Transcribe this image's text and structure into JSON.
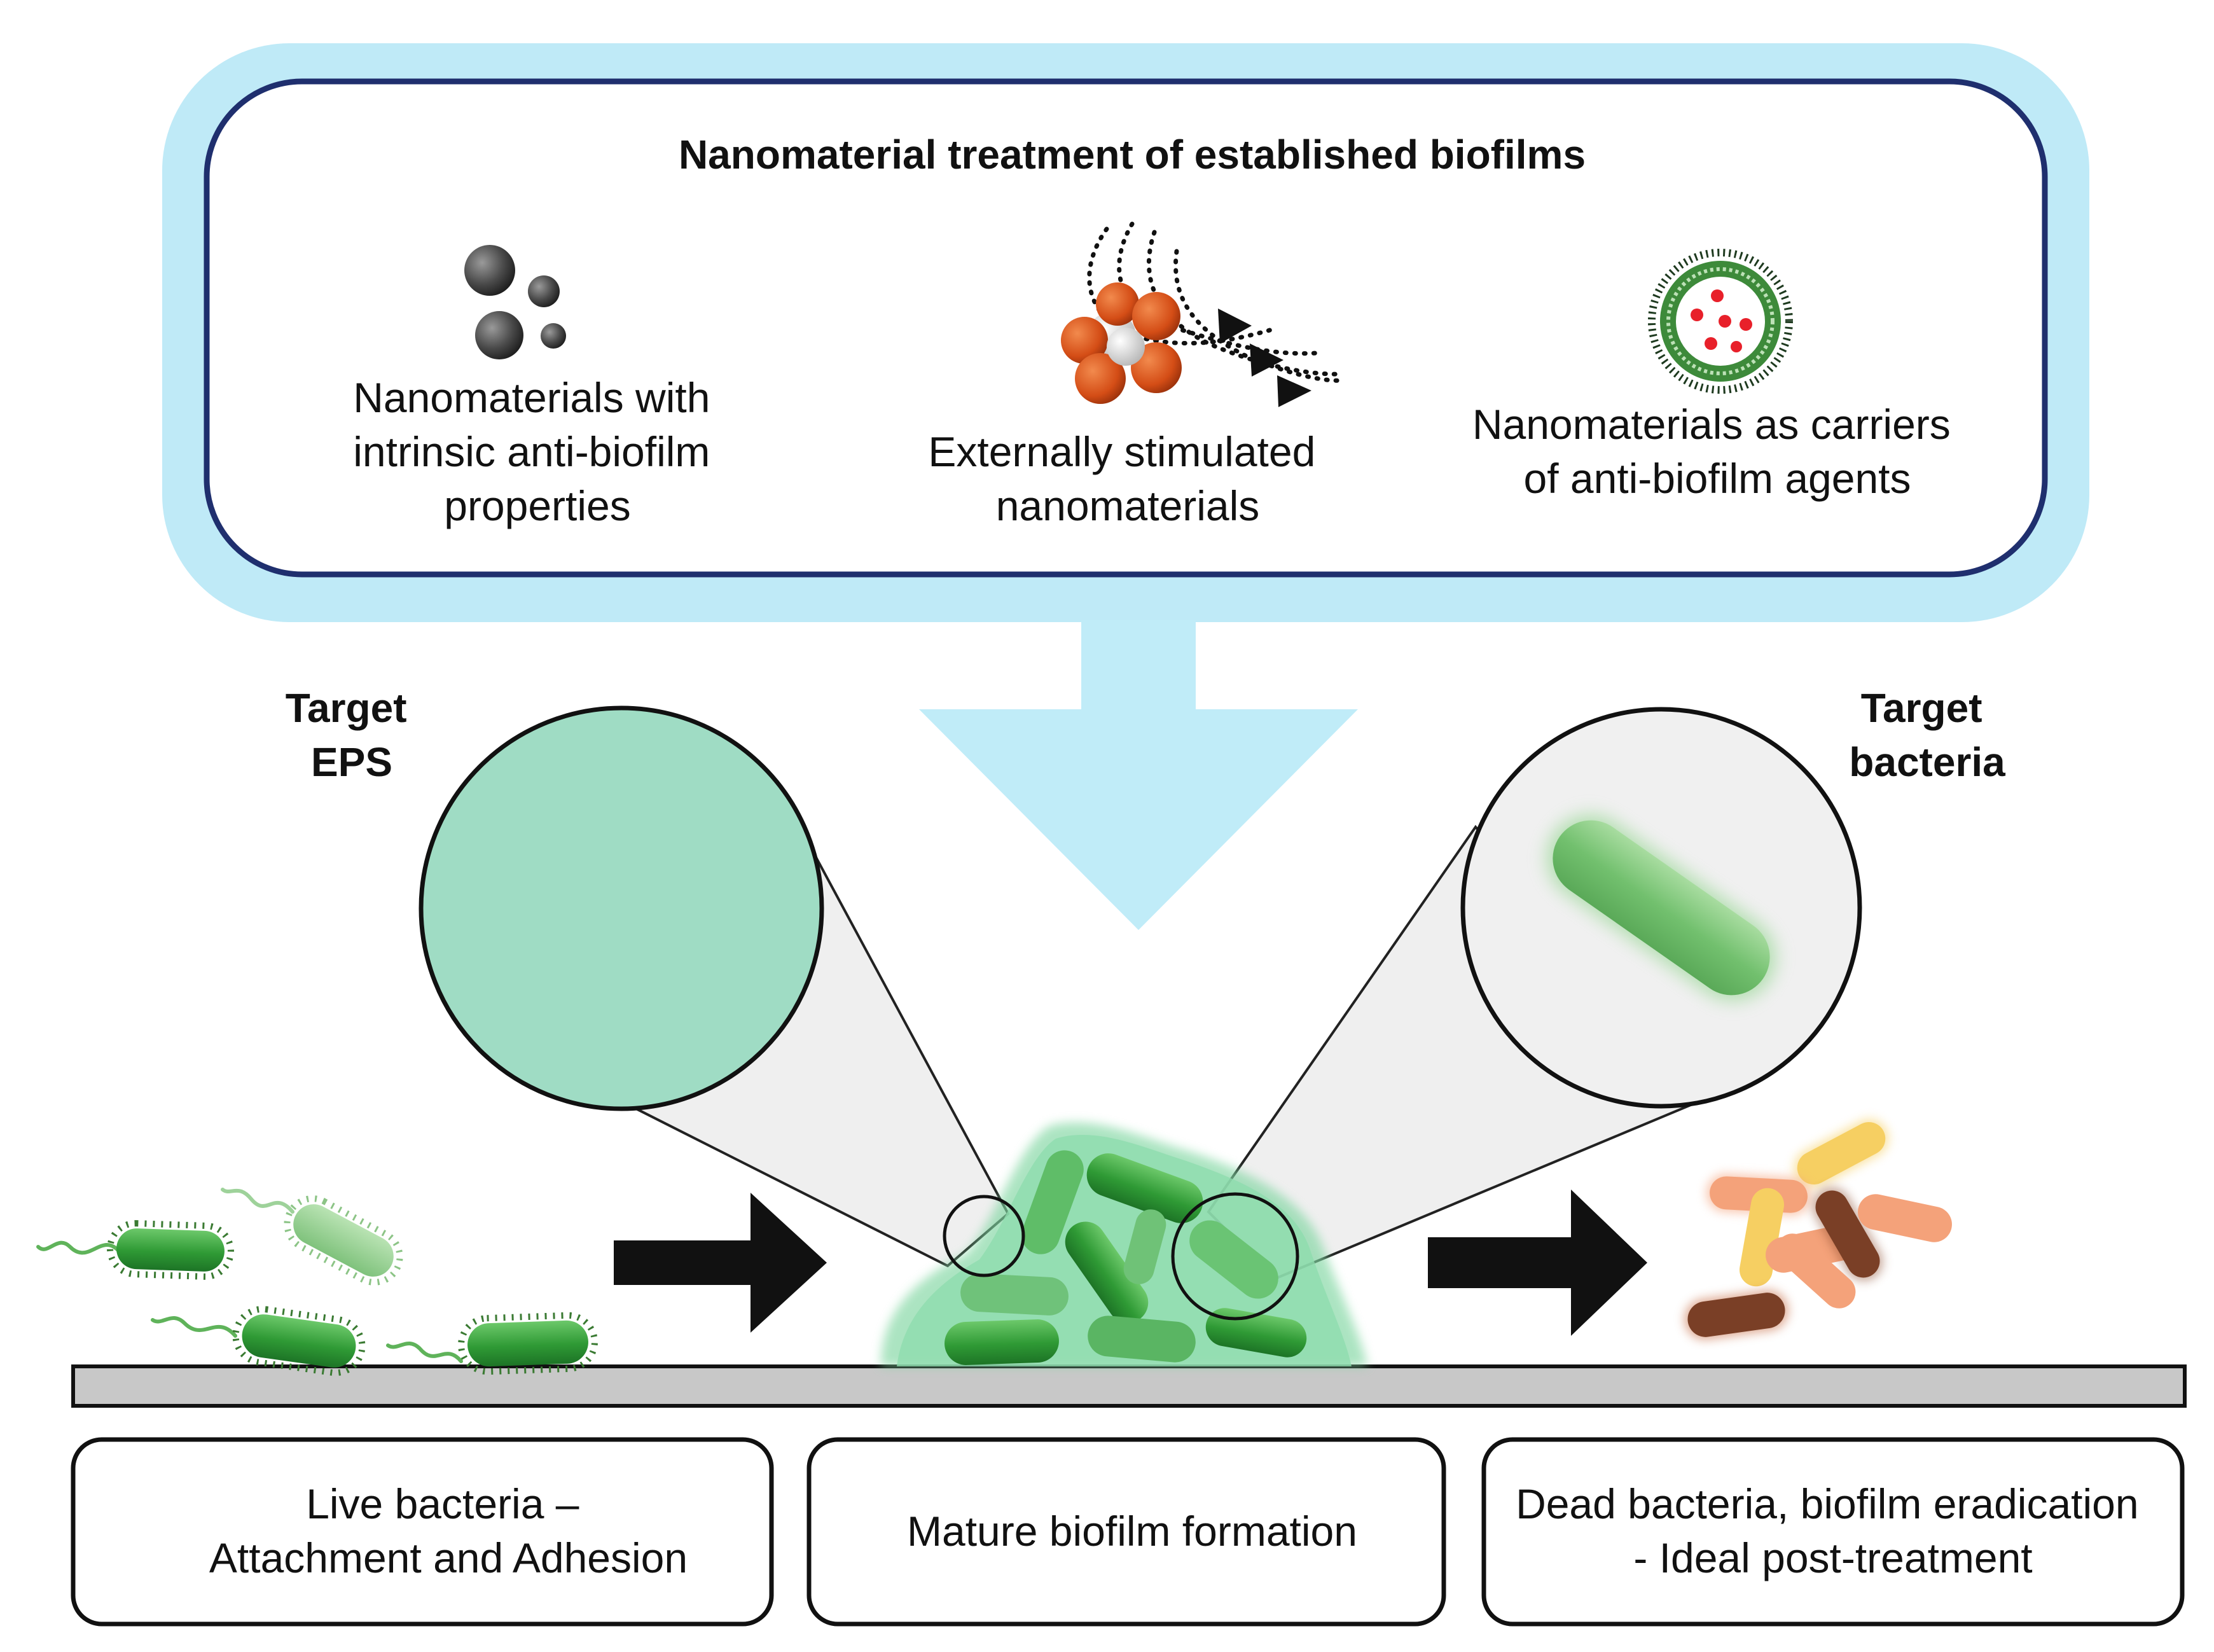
{
  "header": {
    "title": "Nanomaterial treatment of established biofilms"
  },
  "strategies": [
    {
      "lines": [
        "Nanomaterials with",
        "intrinsic anti-biofilm",
        "properties"
      ]
    },
    {
      "lines": [
        "Externally stimulated",
        "nanomaterials"
      ]
    },
    {
      "lines": [
        "Nanomaterials as carriers",
        "of anti-biofilm agents"
      ]
    }
  ],
  "targets": {
    "eps": [
      "Target",
      "EPS"
    ],
    "bacteria": [
      "Target",
      "bacteria"
    ]
  },
  "stages": [
    {
      "lines": [
        "Live bacteria –",
        "Attachment and Adhesion"
      ]
    },
    {
      "lines": [
        "Mature biofilm formation"
      ]
    },
    {
      "lines": [
        "Dead bacteria, biofilm eradication",
        "- Ideal post-treatment"
      ]
    }
  ],
  "colors": {
    "frame_light_blue": "#bfeaf7",
    "frame_border_navy": "#1f2f6e",
    "down_arrow": "#c0ecf8",
    "eps_green": "#9fdcc4",
    "bacteria_green": "#3da83a",
    "dark_green": "#1f8a2c",
    "surface_gray": "#c8c8c8",
    "orange_particle": "#d9531e",
    "dead_brown": "#7a3f26",
    "dead_orange": "#f4a27a",
    "dead_yellow": "#f6cf62",
    "cargo_red": "#e8202a"
  }
}
